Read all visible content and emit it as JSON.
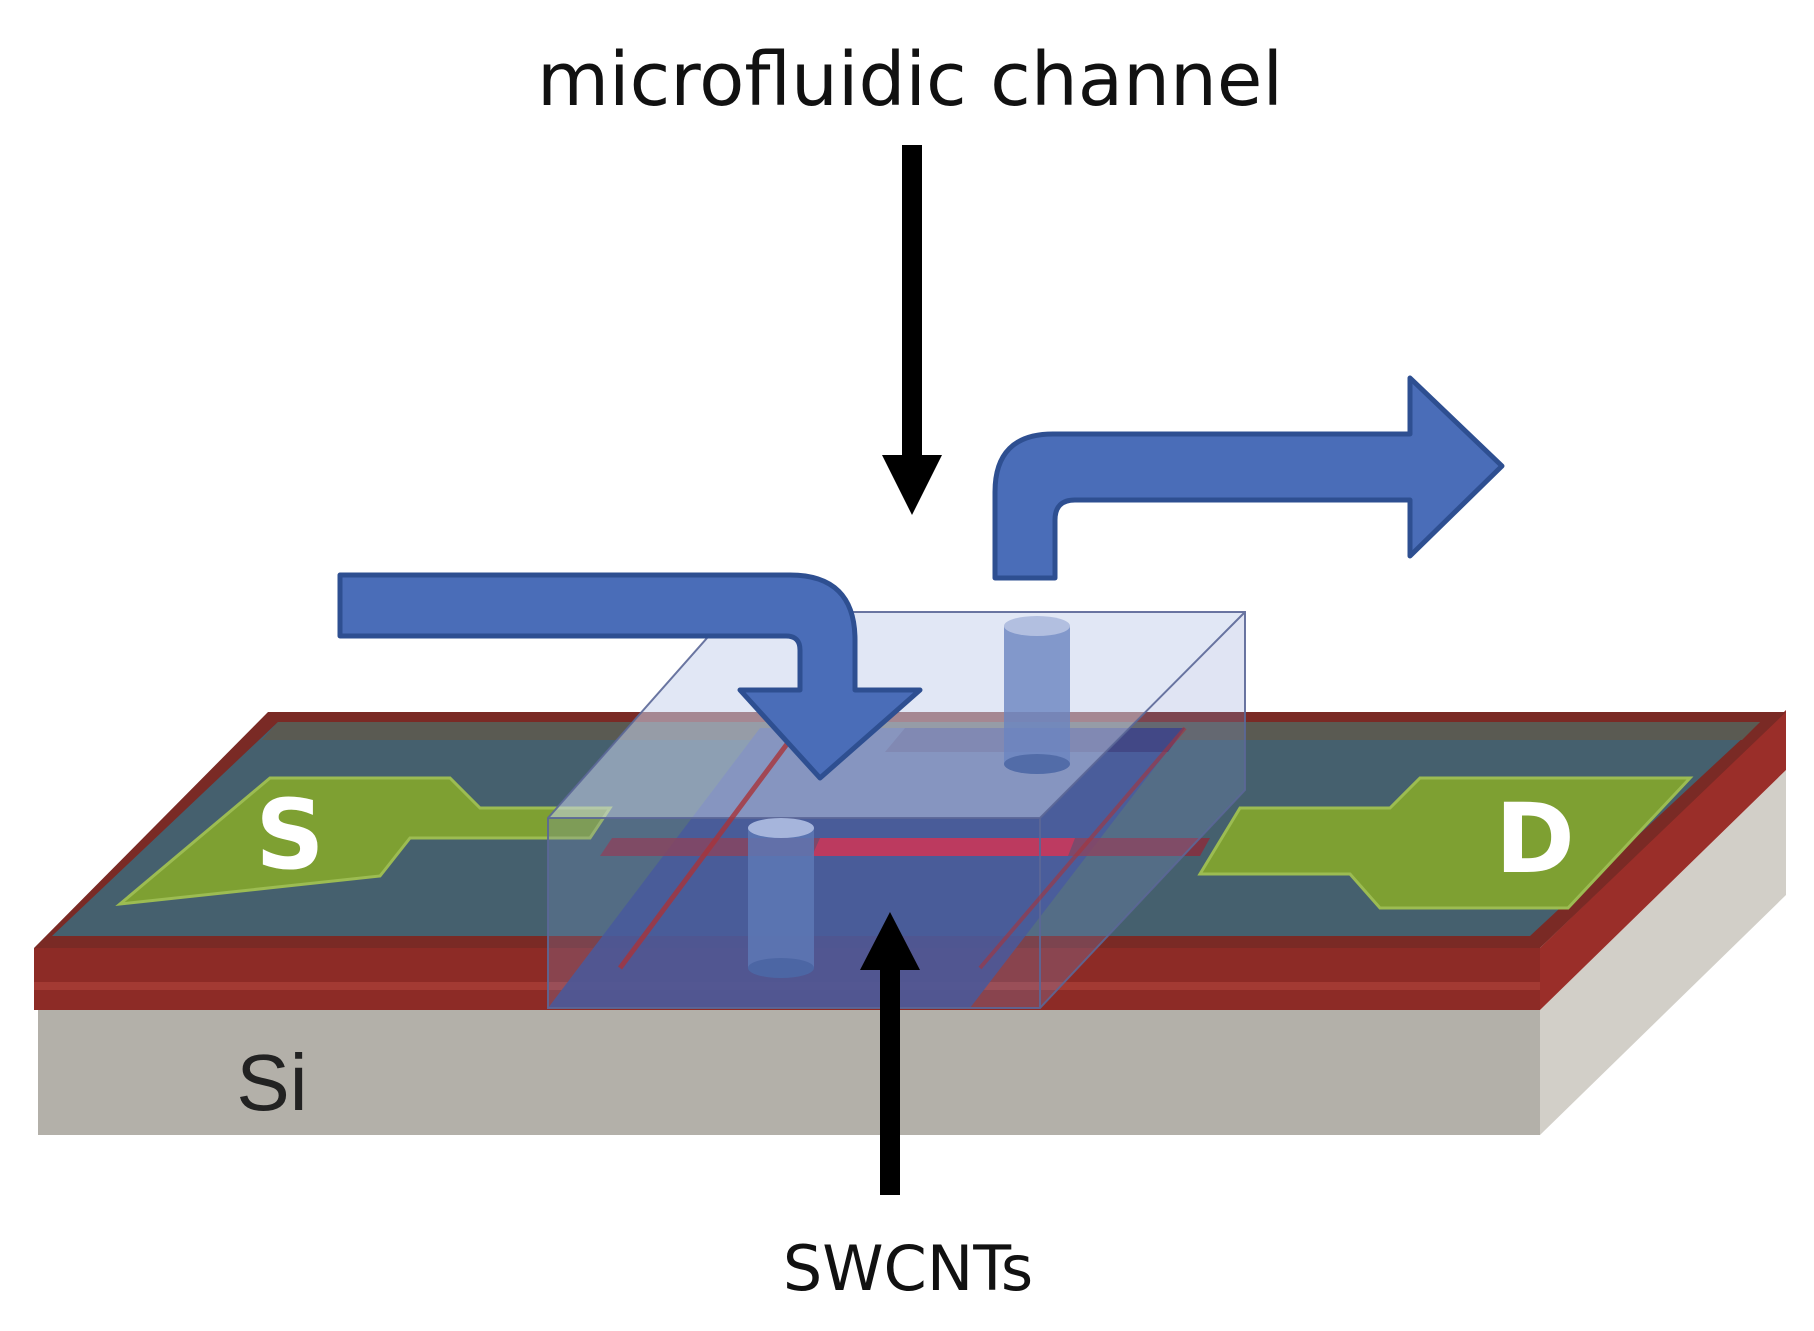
{
  "labels": {
    "top_annotation": "microfluidic channel",
    "bottom_annotation": "SWCNTs",
    "source_electrode": "S",
    "drain_electrode": "D",
    "substrate": "Si"
  },
  "colors": {
    "background": "#ffffff",
    "substrate_top": "#bdbab2",
    "substrate_front": "#b3b0a9",
    "substrate_side": "#cfccc4",
    "oxide_layer": "#8d2b26",
    "device_surface": "#45606e",
    "electrode_green": "#7ea032",
    "channel_top": "#c9d3ec",
    "channel_base": "#35488f",
    "swcnt_red": "#d11e3c",
    "flow_arrow": "#4a6db8",
    "flow_arrow_edge": "#2e4f91",
    "annotation_arrow": "#000000"
  }
}
